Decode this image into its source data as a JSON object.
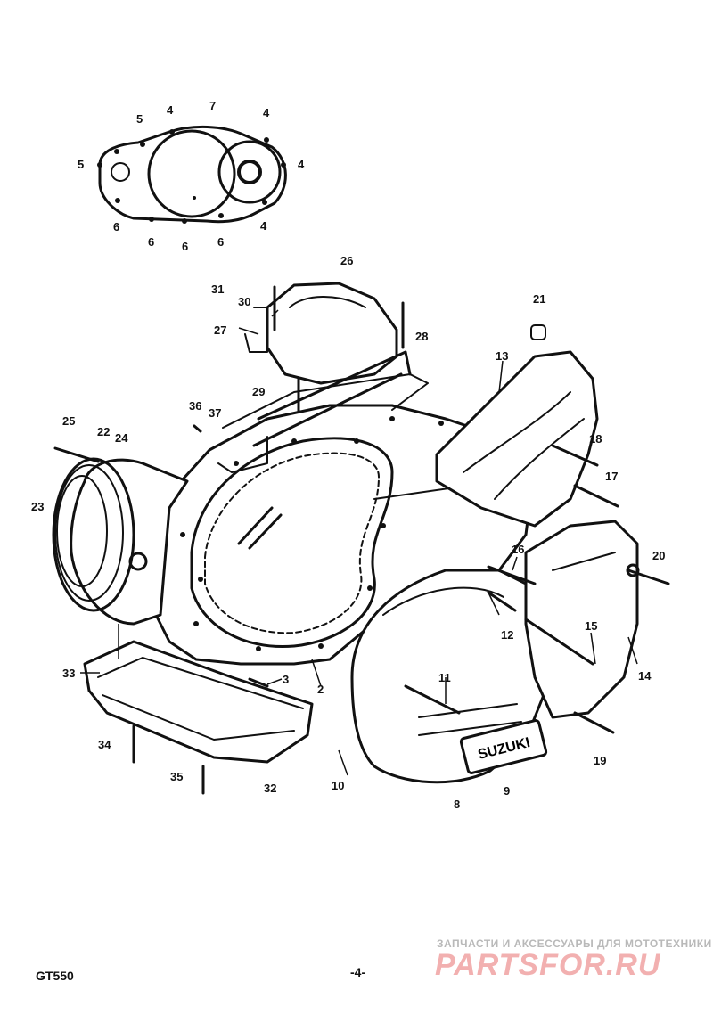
{
  "callouts": {
    "c2": "2",
    "c3": "3",
    "c4a": "4",
    "c4b": "4",
    "c4c": "4",
    "c4d": "4",
    "c5a": "5",
    "c5b": "5",
    "c6a": "6",
    "c6b": "6",
    "c6c": "6",
    "c6d": "6",
    "c7": "7",
    "c8": "8",
    "c9": "9",
    "c10": "10",
    "c11": "11",
    "c12": "12",
    "c13": "13",
    "c14": "14",
    "c15": "15",
    "c16": "16",
    "c17": "17",
    "c18": "18",
    "c19": "19",
    "c20": "20",
    "c21": "21",
    "c22": "22",
    "c23": "23",
    "c24": "24",
    "c25": "25",
    "c26": "26",
    "c27": "27",
    "c28": "28",
    "c29": "29",
    "c30": "30",
    "c31": "31",
    "c32": "32",
    "c33": "33",
    "c34": "34",
    "c35": "35",
    "c36": "36",
    "c37": "37"
  },
  "cover_emblem": "SUZUKI",
  "footer": {
    "model": "GT550",
    "page": "-4-"
  },
  "watermark": {
    "tagline": "ЗАПЧАСТИ И АКСЕССУАРЫ ДЛЯ МОТОТЕХНИКИ",
    "logo": "PARTSFOR.RU"
  }
}
